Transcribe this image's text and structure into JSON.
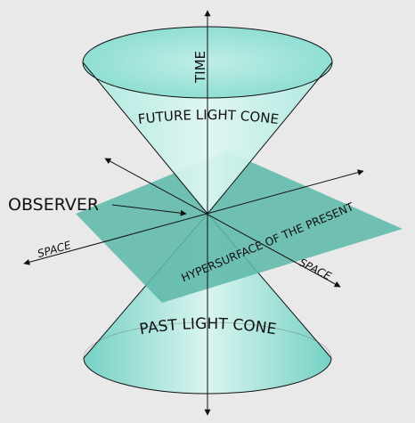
{
  "labels": {
    "time": "TIME",
    "future_light_cone": "FUTURE LIGHT CONE",
    "past_light_cone": "PAST LIGHT CONE",
    "observer": "OBSERVER",
    "hypersurface": "HYPERSURFACE OF THE PRESENT",
    "space_left": "SPACE",
    "space_right": "SPACE"
  },
  "colors": {
    "background": "#e9e9e9",
    "cone_fill": "#c8efe9",
    "cone_fill_deep": "#7fd6cc",
    "plane_fill": "#5fb8ab",
    "line": "#111111"
  }
}
